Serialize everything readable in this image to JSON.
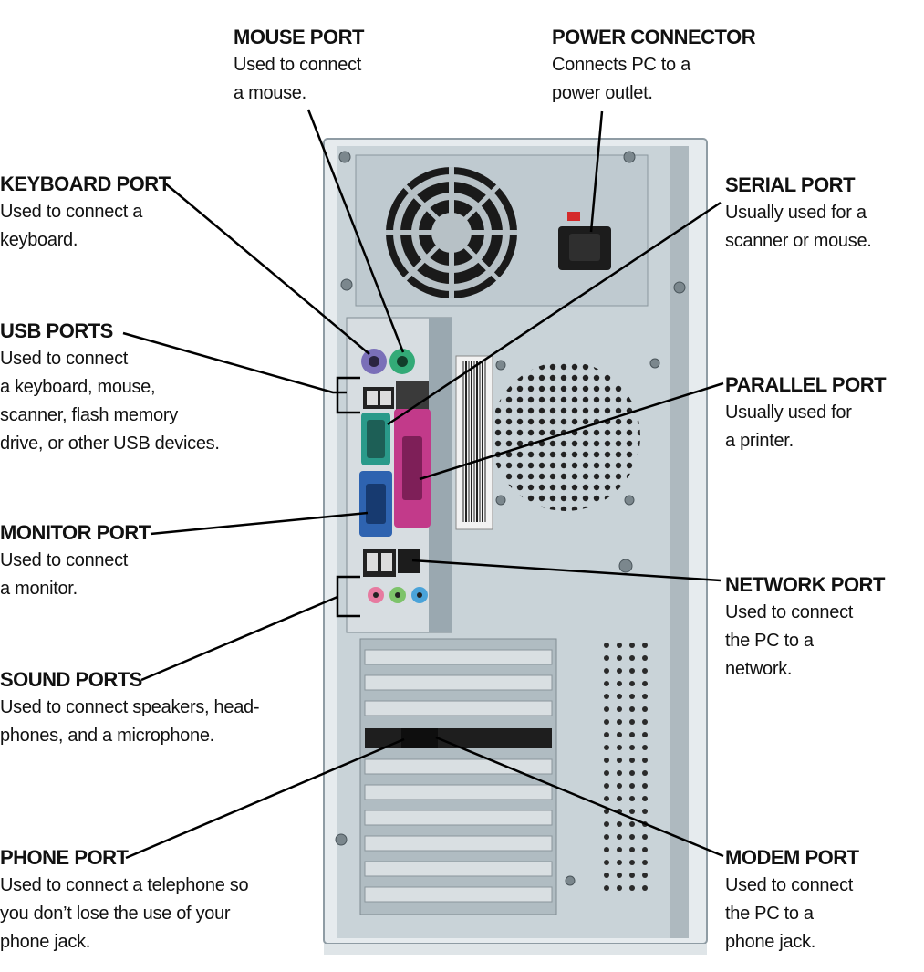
{
  "labels": [
    {
      "key": "mouse",
      "title": "MOUSE PORT",
      "lines": [
        "Used to connect",
        "a mouse."
      ]
    },
    {
      "key": "power",
      "title": "POWER CONNECTOR",
      "lines": [
        "Connects PC to a",
        "power outlet."
      ]
    },
    {
      "key": "keyboard",
      "title": "KEYBOARD PORT",
      "lines": [
        "Used to connect a",
        "keyboard."
      ]
    },
    {
      "key": "serial",
      "title": "SERIAL PORT",
      "lines": [
        "Usually used for a",
        "scanner or mouse."
      ]
    },
    {
      "key": "usb",
      "title": "USB PORTS",
      "lines": [
        "Used to connect",
        "a keyboard, mouse,",
        "scanner, flash memory",
        "drive, or other USB devices."
      ]
    },
    {
      "key": "parallel",
      "title": "PARALLEL PORT",
      "lines": [
        "Usually used for",
        "a printer."
      ]
    },
    {
      "key": "monitor",
      "title": "MONITOR PORT",
      "lines": [
        "Used to connect",
        "a monitor."
      ]
    },
    {
      "key": "network",
      "title": "NETWORK PORT",
      "lines": [
        "Used to connect",
        "the PC to a",
        "network."
      ]
    },
    {
      "key": "sound",
      "title": "SOUND PORTS",
      "lines": [
        "Used to connect speakers, head-",
        "phones, and a microphone."
      ]
    },
    {
      "key": "phone",
      "title": "PHONE PORT",
      "lines": [
        "Used to connect a telephone so",
        "you don’t lose the use of your",
        "phone jack."
      ]
    },
    {
      "key": "modem",
      "title": "MODEM PORT",
      "lines": [
        "Used to connect",
        "the PC to a",
        "phone jack."
      ]
    }
  ],
  "colors": {
    "case": "#c9d3d8",
    "case_dark": "#9aa8b0",
    "mouse_port": "#33aa77",
    "keyboard_port": "#7a6fb8",
    "serial_port": "#2a9a8a",
    "parallel_port": "#c23a8a",
    "monitor_port": "#2e63b0",
    "audio_pink": "#e77aa0",
    "audio_green": "#7dc36a",
    "audio_blue": "#4aa3d9",
    "power_mark": "#d42a2a"
  }
}
